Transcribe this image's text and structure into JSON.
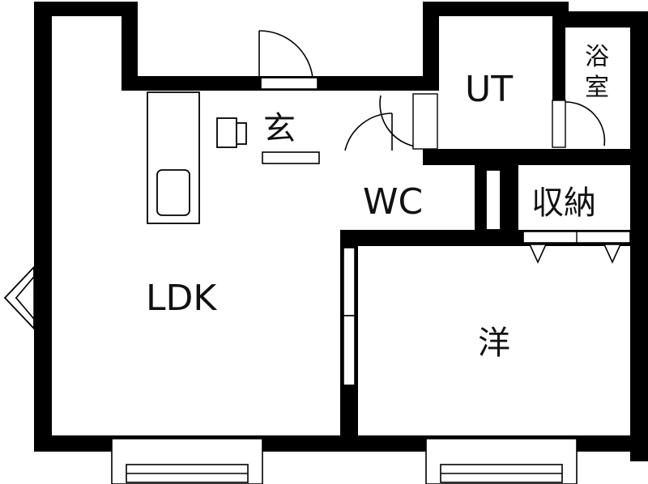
{
  "floor_plan": {
    "rooms": {
      "ldk": "LDK",
      "western": "洋",
      "entrance": "玄",
      "wc": "WC",
      "utility": "UT",
      "storage": "収納",
      "bath_line1": "浴",
      "bath_line2": "室"
    }
  }
}
